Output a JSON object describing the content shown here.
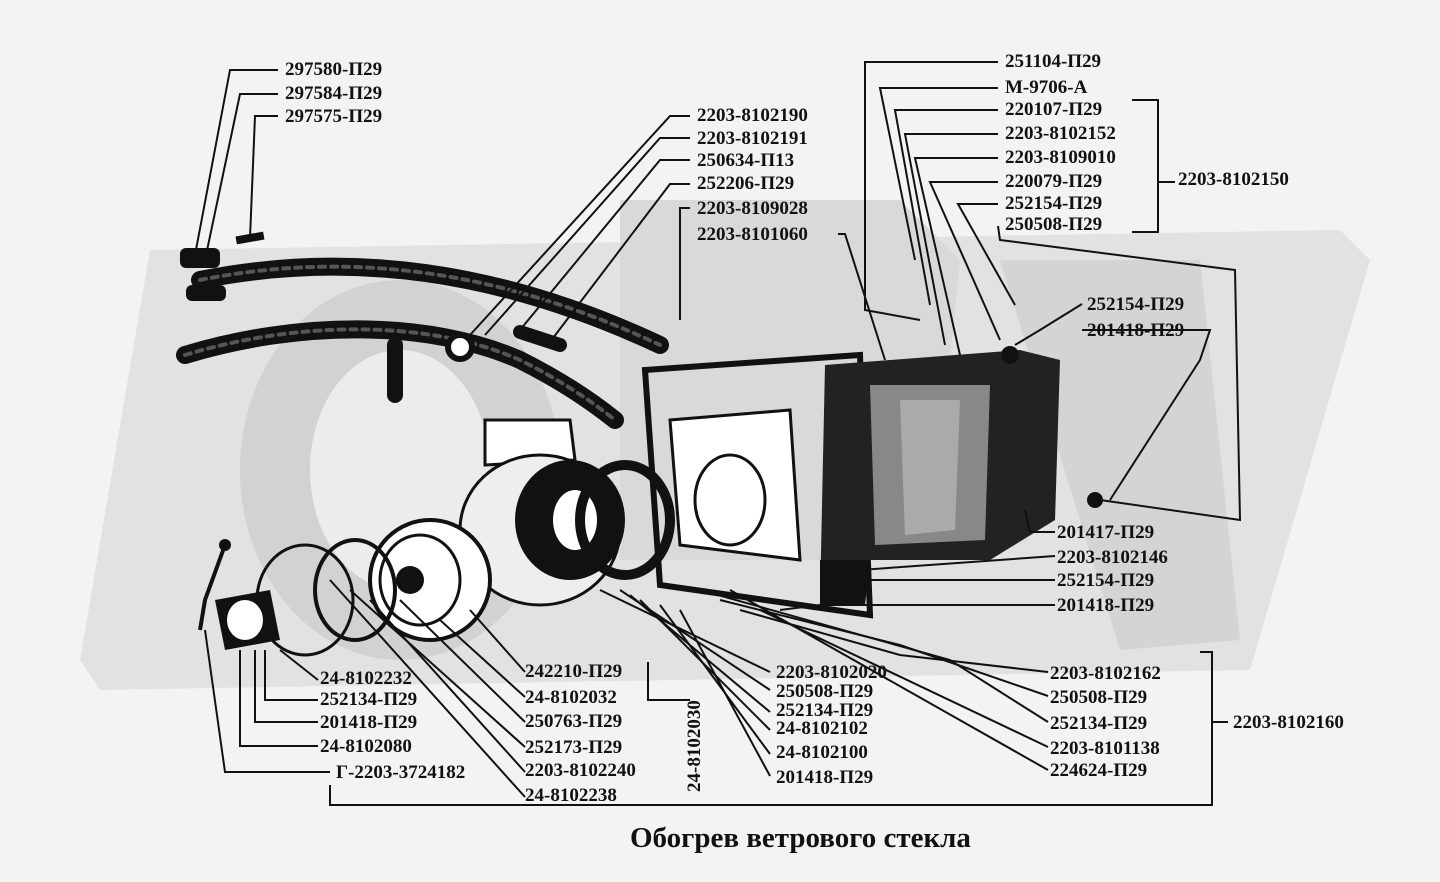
{
  "caption": "Обогрев ветрового стекла",
  "watermark": "ORX",
  "labels": {
    "l297580": "297580-П29",
    "l297584": "297584-П29",
    "l297575": "297575-П29",
    "l8102190": "2203-8102190",
    "l8102191": "2203-8102191",
    "l250634": "250634-П13",
    "l252206": "252206-П29",
    "l8109028": "2203-8109028",
    "l8101060": "2203-8101060",
    "l251104": "251104-П29",
    "lM9706": "М-9706-А",
    "l220107": "220107-П29",
    "l8102152": "2203-8102152",
    "l8109010": "2203-8109010",
    "l220079": "220079-П29",
    "l252154a": "252154-П29",
    "l250508a": "250508-П29",
    "l8102150": "2203-8102150",
    "l252154b": "252154-П29",
    "l201418a": "201418-П29",
    "l201417": "201417-П29",
    "l8102146": "2203-8102146",
    "l252154c": "252154-П29",
    "l201418b": "201418-П29",
    "l8102162": "2203-8102162",
    "l250508c": "250508-П29",
    "l252134c": "252134-П29",
    "l8101138": "2203-8101138",
    "l224624": "224624-П29",
    "l8102160": "2203-8102160",
    "l8102020": "2203-8102020",
    "l250508b": "250508-П29",
    "l252134b": "252134-П29",
    "l8102102": "24-8102102",
    "l8102100": "24-8102100",
    "l201418d": "201418-П29",
    "l8102030": "24-8102030",
    "l242210": "242210-П29",
    "l8102032": "24-8102032",
    "l250763": "250763-П29",
    "l252173": "252173-П29",
    "l8102240": "2203-8102240",
    "l8102238": "24-8102238",
    "l8102232": "24-8102232",
    "l252134a": "252134-П29",
    "l201418c": "201418-П29",
    "l8102080": "24-8102080",
    "l3724182": "Г-2203-3724182"
  }
}
